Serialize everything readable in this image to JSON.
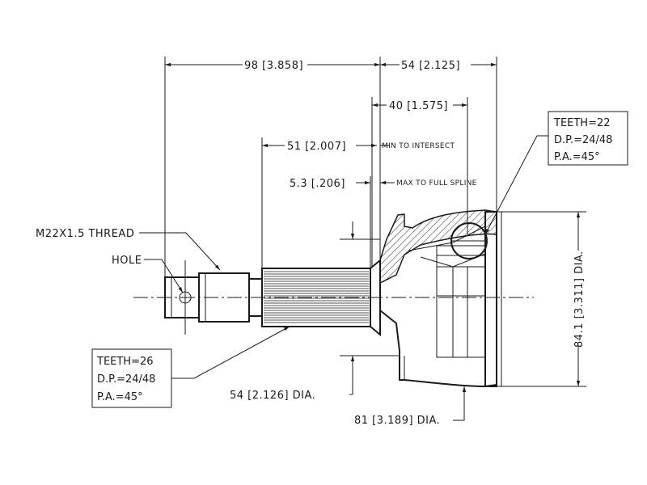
{
  "dims": {
    "d98": "98 [3.858]",
    "d54top": "54 [2.125]",
    "d40": "40 [1.575]",
    "d51": "51 [2.007]",
    "d53": "5.3 [.206]",
    "d841": "84.1 [3.311] DIA.",
    "d54dia": "54 [2.126] DIA.",
    "d81": "81 [3.189] DIA."
  },
  "notes": {
    "min_intersect": "MIN TO INTERSECT",
    "max_spline": "MAX TO FULL SPLINE"
  },
  "labels": {
    "thread": "M22X1.5 THREAD",
    "hole": "HOLE"
  },
  "outer_spec": {
    "teeth": "TEETH=22",
    "dp": "D.P.=24/48",
    "pa": "P.A.=45°"
  },
  "shaft_spec": {
    "teeth": "TEETH=26",
    "dp": "D.P.=24/48",
    "pa": "P.A.=45°"
  }
}
